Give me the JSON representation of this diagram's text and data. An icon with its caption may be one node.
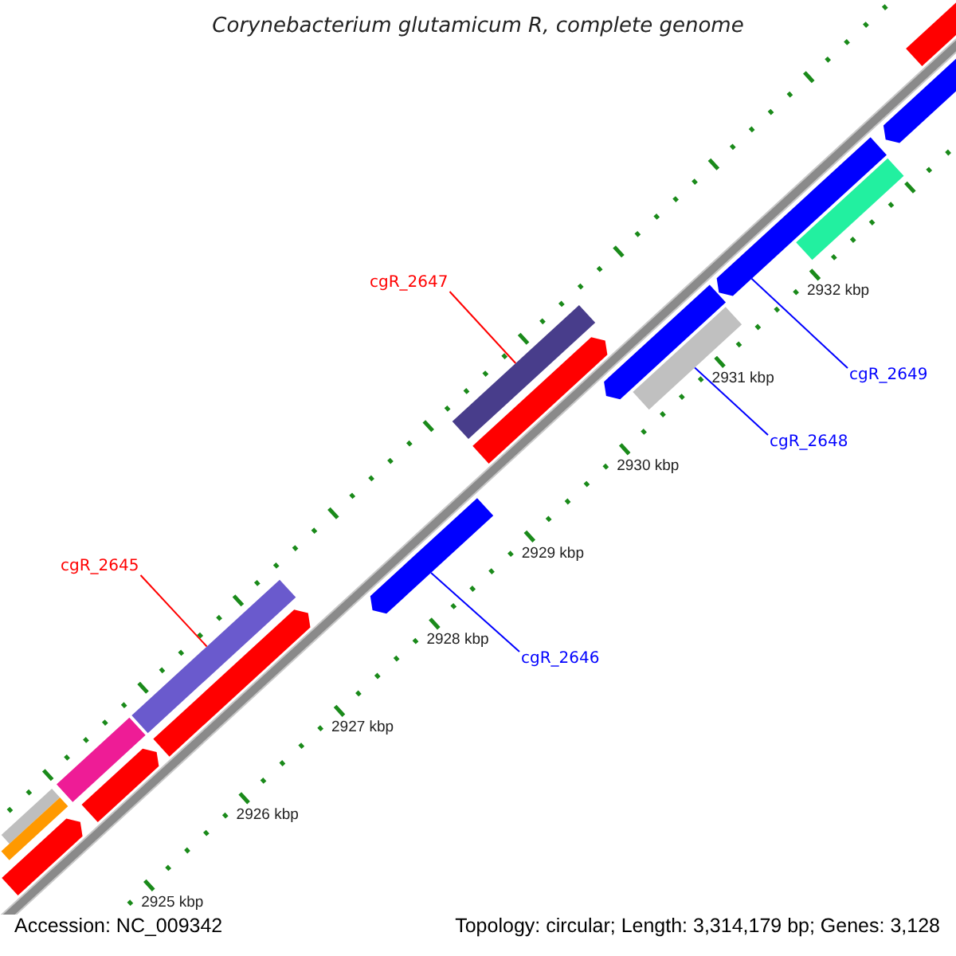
{
  "diagram": {
    "title": "Corynebacterium glutamicum R, complete genome",
    "nodes": [
      {
        "text": [
          "cgR_2647"
        ]
      },
      {
        "text": [],
        "shape": "bar"
      },
      {
        "text": [
          "cgR_2649"
        ]
      },
      {
        "text": [],
        "shape": "bar"
      },
      {
        "text": [
          "cgR_2648"
        ]
      },
      {
        "text": [],
        "shape": "bar"
      },
      {
        "text": [
          "cgR_2645"
        ]
      },
      {
        "text": [],
        "shape": "bar"
      },
      {
        "text": [
          "cgR_2646"
        ]
      },
      {
        "text": [],
        "shape": "bar"
      },
      {
        "text": [],
        "shape": "bar"
      },
      {
        "text": [],
        "shape": "bar"
      },
      {
        "text": [],
        "shape": "bar"
      },
      {
        "text": [],
        "shape": "bar"
      },
      {
        "text": [],
        "shape": "bar"
      },
      {
        "text": [],
        "shape": "bar"
      },
      {
        "text": [],
        "shape": "bar"
      },
      {
        "text": [],
        "shape": "bar"
      },
      {
        "text": [],
        "shape": "bar"
      },
      {
        "text": [],
        "shape": "bar"
      },
      {
        "text": [],
        "shape": "bar"
      }
    ],
    "edges": [
      {
        "from": 0,
        "to": 1,
        "arrow": "none",
        "color": "#ff0000"
      },
      {
        "from": 2,
        "to": 3,
        "arrow": "none"
      },
      {
        "from": 4,
        "to": 5,
        "arrow": "none"
      },
      {
        "from": 6,
        "to": 7,
        "arrow": "none",
        "color": "#ff0000"
      },
      {
        "from": 8,
        "to": 9,
        "arrow": "none"
      }
    ],
    "labels": [
      "2932 kbp",
      "2931 kbp",
      "2930 kbp",
      "2929 kbp",
      "2928 kbp",
      "2927 kbp",
      "2926 kbp",
      "2925 kbp",
      "Accession: NC_009342",
      "Topology: circular; Length: 3,314,179 bp; Genes: 3,128"
    ]
  }
}
